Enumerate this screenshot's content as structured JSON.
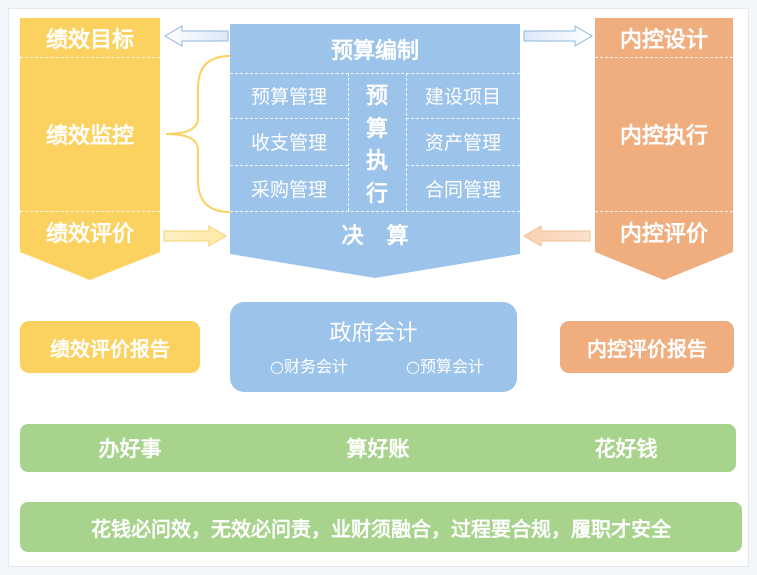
{
  "left": {
    "target": "绩效目标",
    "monitor": "绩效监控",
    "evaluate": "绩效评价",
    "report": "绩效评价报告"
  },
  "right": {
    "design": "内控设计",
    "execute": "内控执行",
    "evaluate": "内控评价",
    "report": "内控评价报告"
  },
  "center": {
    "budget_prep": "预算编制",
    "items_left": [
      "预算管理",
      "收支管理",
      "采购管理"
    ],
    "items_right": [
      "建设项目",
      "资产管理",
      "合同管理"
    ],
    "exec_chars": [
      "预",
      "算",
      "执",
      "行"
    ],
    "final_accounts": "决   算"
  },
  "gov_accounting": {
    "title": "政府会计",
    "financial": "○财务会计",
    "budget": "○预算会计"
  },
  "goals": {
    "item1": "办好事",
    "item2": "算好账",
    "item3": "花好钱"
  },
  "slogan": "花钱必问效，无效必问责，业财须融合，过程要合规，履职才安全",
  "colors": {
    "yellow": "#fbd25f",
    "orange": "#f0ae7f",
    "blue": "#9cc3ea",
    "green": "#a7d38c"
  }
}
